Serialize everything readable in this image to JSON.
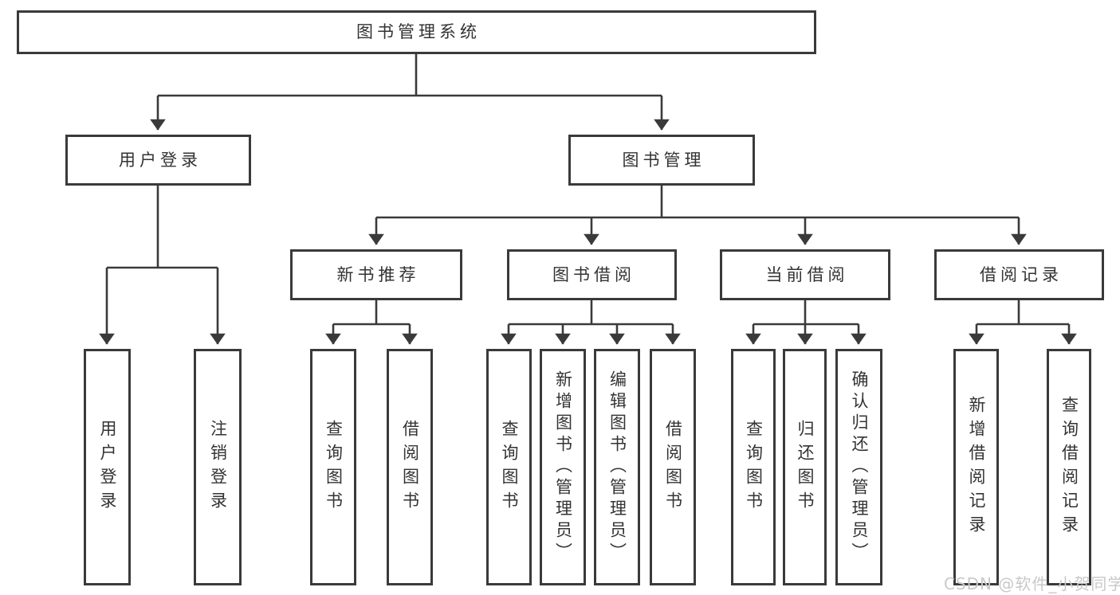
{
  "title": "图书管理系统",
  "watermark": "CSDN @软件_小贺同学",
  "colors": {
    "line": "#3a3a3a",
    "text": "#333333",
    "box_bg": "#ffffff",
    "background": "#ffffff",
    "watermark": "#c9c9c9"
  },
  "tree": {
    "root": {
      "label": "图书管理系统"
    },
    "branches": [
      {
        "label": "用户登录",
        "children": [
          {
            "label": "用户登录"
          },
          {
            "label": "注销登录"
          }
        ]
      },
      {
        "label": "图书管理",
        "children": [
          {
            "label": "新书推荐",
            "children": [
              {
                "label": "查询图书"
              },
              {
                "label": "借阅图书"
              }
            ]
          },
          {
            "label": "图书借阅",
            "children": [
              {
                "label": "查询图书"
              },
              {
                "label": "新增图书（管理员）"
              },
              {
                "label": "编辑图书（管理员）"
              },
              {
                "label": "借阅图书"
              }
            ]
          },
          {
            "label": "当前借阅",
            "children": [
              {
                "label": "查询图书"
              },
              {
                "label": "归还图书"
              },
              {
                "label": "确认归还（管理员）"
              }
            ]
          },
          {
            "label": "借阅记录",
            "children": [
              {
                "label": "新增借阅记录"
              },
              {
                "label": "查询借阅记录"
              }
            ]
          }
        ]
      }
    ]
  }
}
